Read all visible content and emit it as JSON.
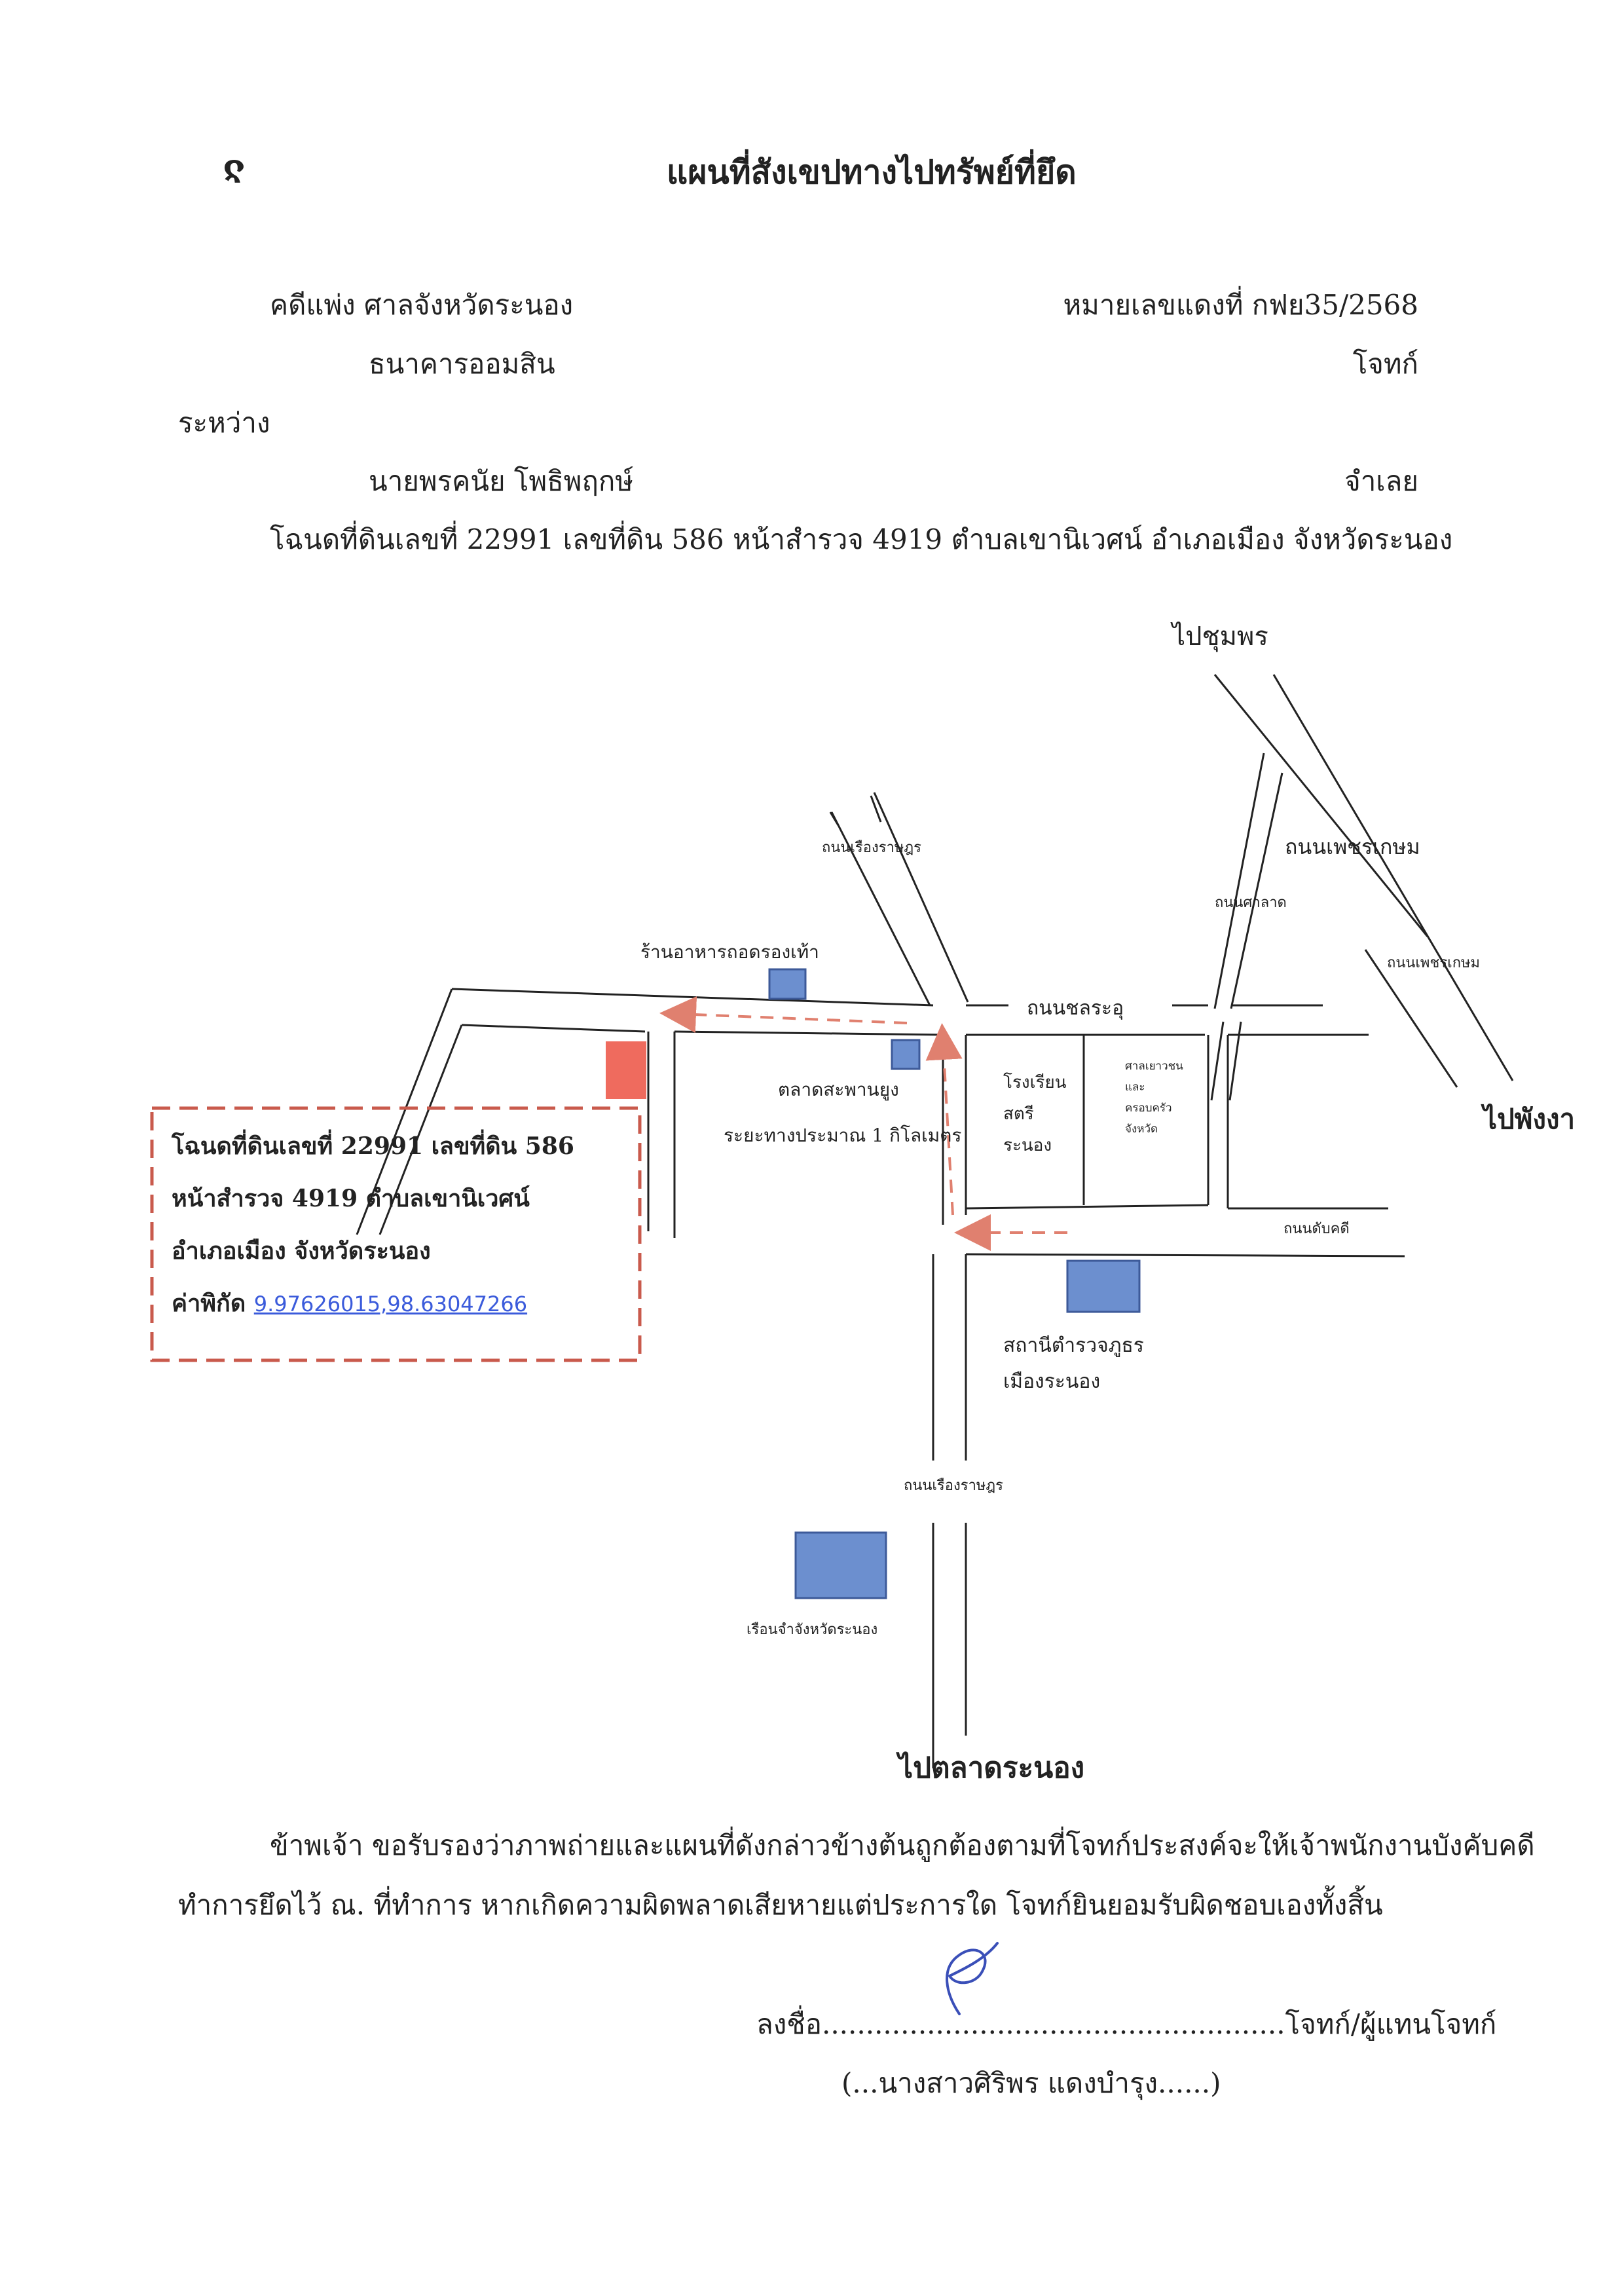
{
  "page_mark": "ჺ",
  "title": "แผนที่สังเขปทางไปทรัพย์ที่ยึด",
  "case": {
    "court": "คดีแพ่ง ศาลจังหวัดระนอง",
    "red_case_no": "หมายเลขแดงที่ กฟย35/2568",
    "plaintiff_name": "ธนาคารออมสิน",
    "plaintiff_role": "โจทก์",
    "between": "ระหว่าง",
    "defendant_name": "นายพรคนัย โพธิพฤกษ์",
    "defendant_role": "จำเลย",
    "deed_line": "โฉนดที่ดินเลขที่ 22991 เลขที่ดิน 586 หน้าสำรวจ 4919 ตำบลเขานิเวศน์ อำเภอเมือง จังหวัดระนอง"
  },
  "map": {
    "to_chumphon": "ไปชุมพร",
    "to_phangnga": "ไปพังงา",
    "to_ranong_market": "ไปตลาดระนอง",
    "road_ruangrat_top": "ถนนเรืองราษฎร",
    "road_ruangrat_bottom": "ถนนเรืองราษฎร",
    "road_phetkasem_1": "ถนนเพชรเกษม",
    "road_phetkasem_2": "ถนนเพชรเกษม",
    "road_san_kan": "ถนนศาลาด",
    "road_chonlaraku": "ถนนชลระอุ",
    "road_dab_khadi": "ถนนดับคดี",
    "restaurant": "ร้านอาหารถอดรองเท้า",
    "market": "ตลาดสะพานยูง",
    "distance": "ระยะทางประมาณ 1 กิโลเมตร",
    "school_1": "โรงเรียน",
    "school_2": "สตรี",
    "school_3": "ระนอง",
    "court_juv_1": "ศาลเยาวชน",
    "court_juv_2": "และ",
    "court_juv_3": "ครอบครัว",
    "court_juv_4": "จังหวัด",
    "police_1": "สถานีตำรวจภูธร",
    "police_2": "เมืองระนอง",
    "prison": "เรือนจำจังหวัดระนอง",
    "property_box": {
      "line1": "โฉนดที่ดินเลขที่ 22991 เลขที่ดิน 586",
      "line2": "หน้าสำรวจ 4919 ตำบลเขานิเวศน์",
      "line3": "อำเภอเมือง จังหวัดระนอง",
      "coord_label": "ค่าพิกัด",
      "coord_value": "9.97626015,98.63047266"
    },
    "colors": {
      "building": "#6c8fcf",
      "target": "#ef6b5e",
      "route": "#e0806f"
    }
  },
  "certification": {
    "line1": "ข้าพเจ้า ขอรับรองว่าภาพถ่ายและแผนที่ดังกล่าวข้างต้นถูกต้องตามที่โจทก์ประสงค์จะให้เจ้าพนักงานบังคับคดี",
    "line2": "ทำการยึดไว้ ณ. ที่ทำการ หากเกิดความผิดพลาดเสียหายแต่ประการใด โจทก์ยินยอมรับผิดชอบเองทั้งสิ้น"
  },
  "signature": {
    "sign_line": "ลงชื่อ.....................................................โจทก์/ผู้แทนโจทก์",
    "name_line": "(...นางสาวศิริพร แดงบำรุง......)"
  }
}
